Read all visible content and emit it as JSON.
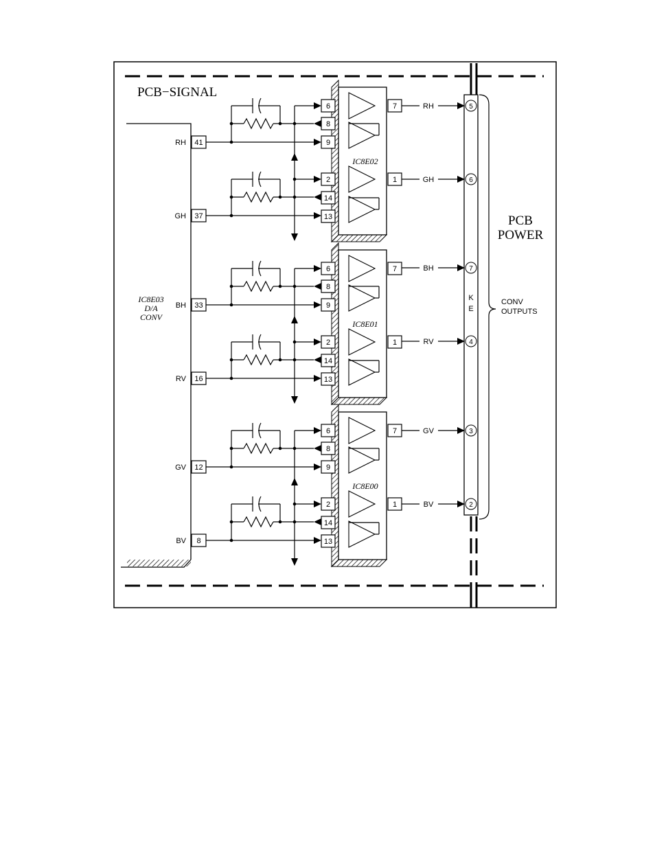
{
  "labels": {
    "pcb_signal": "PCB−SIGNAL",
    "pcb_power_1": "PCB",
    "pcb_power_2": "POWER",
    "dac_1": "IC8E03",
    "dac_2": "D/A",
    "dac_3": "CONV",
    "conv_outputs_1": "CONV",
    "conv_outputs_2": "OUTPUTS",
    "connector_1": "K",
    "connector_2": "E"
  },
  "dac_pins": [
    {
      "label": "RH",
      "pin": "41"
    },
    {
      "label": "GH",
      "pin": "37"
    },
    {
      "label": "BH",
      "pin": "33"
    },
    {
      "label": "RV",
      "pin": "16"
    },
    {
      "label": "GV",
      "pin": "12"
    },
    {
      "label": "BV",
      "pin": "8"
    }
  ],
  "ics": [
    {
      "name": "IC8E02",
      "ch1_pins": [
        "6",
        "8",
        "9"
      ],
      "ch1_out": "7",
      "ch2_pins": [
        "2",
        "14",
        "13"
      ],
      "ch2_out": "1"
    },
    {
      "name": "IC8E01",
      "ch1_pins": [
        "6",
        "8",
        "9"
      ],
      "ch1_out": "7",
      "ch2_pins": [
        "2",
        "14",
        "13"
      ],
      "ch2_out": "1"
    },
    {
      "name": "IC8E00",
      "ch1_pins": [
        "6",
        "8",
        "9"
      ],
      "ch1_out": "7",
      "ch2_pins": [
        "2",
        "14",
        "13"
      ],
      "ch2_out": "1"
    }
  ],
  "outputs": [
    {
      "label": "RH",
      "pin": "5"
    },
    {
      "label": "GH",
      "pin": "6"
    },
    {
      "label": "BH",
      "pin": "7"
    },
    {
      "label": "RV",
      "pin": "4"
    },
    {
      "label": "GV",
      "pin": "3"
    },
    {
      "label": "BV",
      "pin": "2"
    }
  ]
}
